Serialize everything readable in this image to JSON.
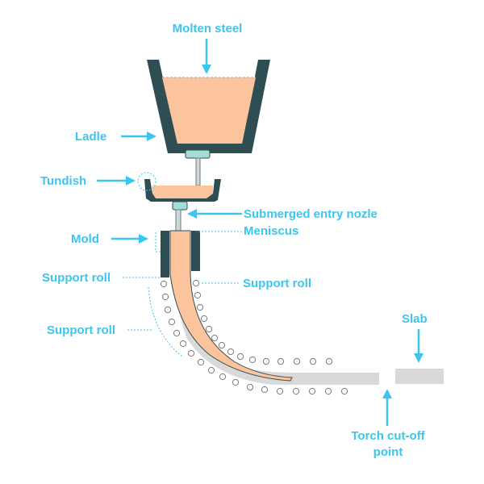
{
  "labels": {
    "molten_steel": "Molten steel",
    "ladle": "Ladle",
    "tundish": "Tundish",
    "submerged_entry_nozzle": "Submerged entry nozle",
    "meniscus": "Meniscus",
    "mold": "Mold",
    "support_roll_left": "Support roll",
    "support_roll_right": "Support roll",
    "support_roll_outer": "Support roll",
    "slab": "Slab",
    "torch_cutoff_line1": "Torch cut-off",
    "torch_cutoff_line2": "point"
  },
  "colors": {
    "label": "#3cc6ef",
    "vessel": "#2e4e54",
    "steel": "#fbc49d",
    "nozzle": "#a6dcd6",
    "slab": "#d9d9d9"
  }
}
